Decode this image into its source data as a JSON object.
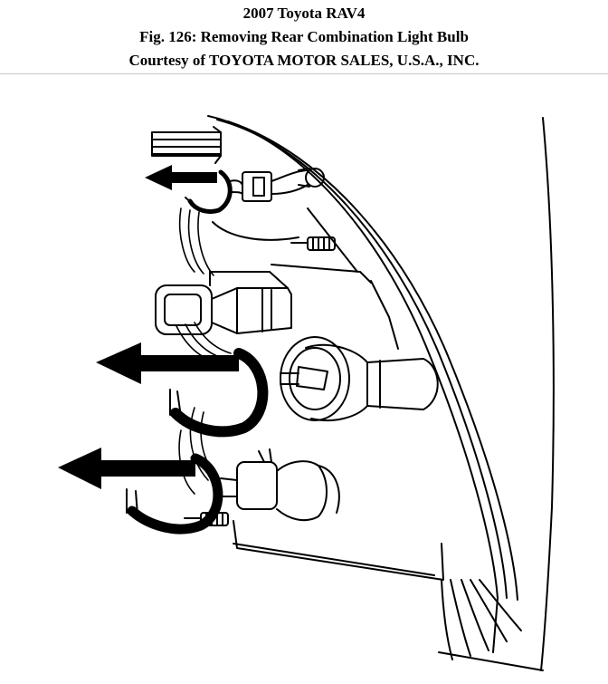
{
  "header": {
    "vehicle": "2007 Toyota RAV4",
    "figure_caption": "Fig. 126: Removing Rear Combination Light Bulb",
    "courtesy": "Courtesy of TOYOTA MOTOR SALES, U.S.A., INC."
  },
  "illustration": {
    "subject": "rear-combination-light-assembly",
    "removal_arrows": 3,
    "line_color": "#000000",
    "background": "#ffffff"
  }
}
